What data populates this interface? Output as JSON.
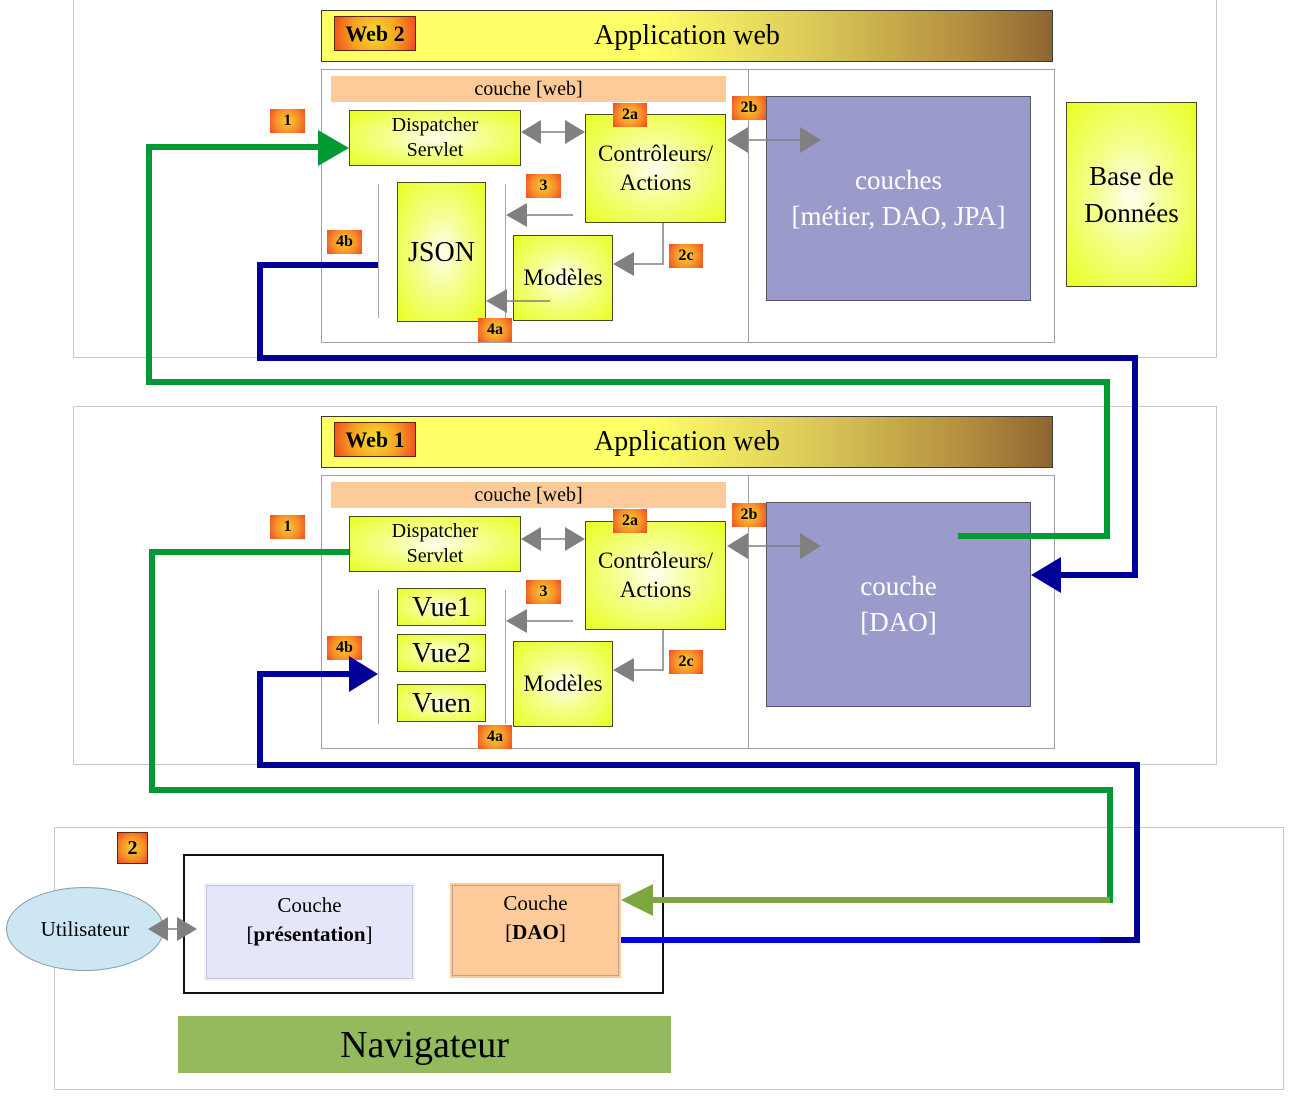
{
  "web2": {
    "badge": "Web 2",
    "title": "Application web",
    "web_layer": "couche [web]",
    "dispatcher": [
      "Dispatcher",
      "Servlet"
    ],
    "controllers": [
      "Contrôleurs/",
      "Actions"
    ],
    "view": "JSON",
    "models": "Modèles",
    "layers": [
      "couches",
      "[métier, DAO, JPA]"
    ],
    "database": [
      "Base de",
      "Données"
    ],
    "steps": {
      "s1": "1",
      "s2a": "2a",
      "s2b": "2b",
      "s2c": "2c",
      "s3": "3",
      "s4a": "4a",
      "s4b": "4b"
    }
  },
  "web1": {
    "badge": "Web 1",
    "title": "Application web",
    "web_layer": "couche [web]",
    "dispatcher": [
      "Dispatcher",
      "Servlet"
    ],
    "controllers": [
      "Contrôleurs/",
      "Actions"
    ],
    "views": [
      "Vue1",
      "Vue2",
      "Vuen"
    ],
    "models": "Modèles",
    "layers": [
      "couche",
      "[DAO]"
    ],
    "steps": {
      "s1": "1",
      "s2a": "2a",
      "s2b": "2b",
      "s2c": "2c",
      "s3": "3",
      "s4a": "4a",
      "s4b": "4b"
    }
  },
  "browser": {
    "step": "2",
    "user": "Utilisateur",
    "presentation": {
      "line1": "Couche",
      "open": "[",
      "bold": "présentation",
      "close": "]"
    },
    "dao": {
      "line1": "Couche",
      "open": "[",
      "bold": "DAO",
      "close": "]"
    },
    "label": "Navigateur"
  },
  "colors": {
    "request_flow": "#009933",
    "response_flow": "#000099",
    "internal_arrow": "#808080",
    "navigator": "#93bb5e",
    "purple_layer": "#9a9acb"
  }
}
